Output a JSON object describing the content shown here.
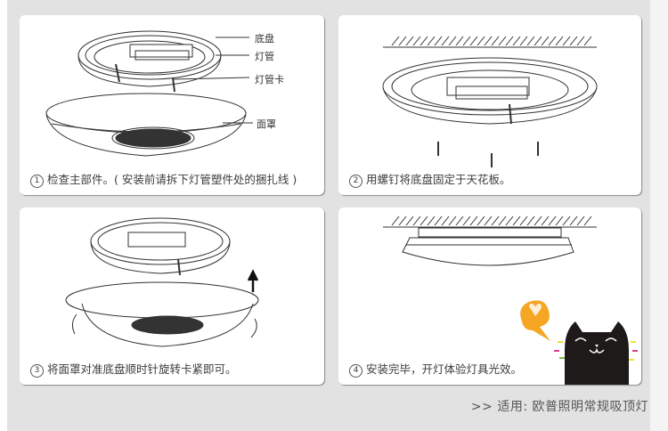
{
  "steps": [
    {
      "number": "1",
      "text": "检查主部件。( 安装前请拆下灯管塑件处的捆扎线 )",
      "labels": {
        "base": "底盘",
        "tube": "灯管",
        "clip": "灯管卡",
        "cover": "面罩"
      }
    },
    {
      "number": "2",
      "text": "用螺钉将底盘固定于天花板。"
    },
    {
      "number": "3",
      "text": "将面罩对准底盘顺时针旋转卡紧即可。"
    },
    {
      "number": "4",
      "text": "安装完毕，开灯体验灯具光效。"
    }
  ],
  "footer": {
    "arrows": ">>",
    "text": "适用:  欧普照明常规吸顶灯"
  },
  "colors": {
    "background": "#e2e2e2",
    "panel": "#ffffff",
    "text": "#3c3c3c",
    "bubble": "#f5a623",
    "cat": "#1e1a1a"
  }
}
